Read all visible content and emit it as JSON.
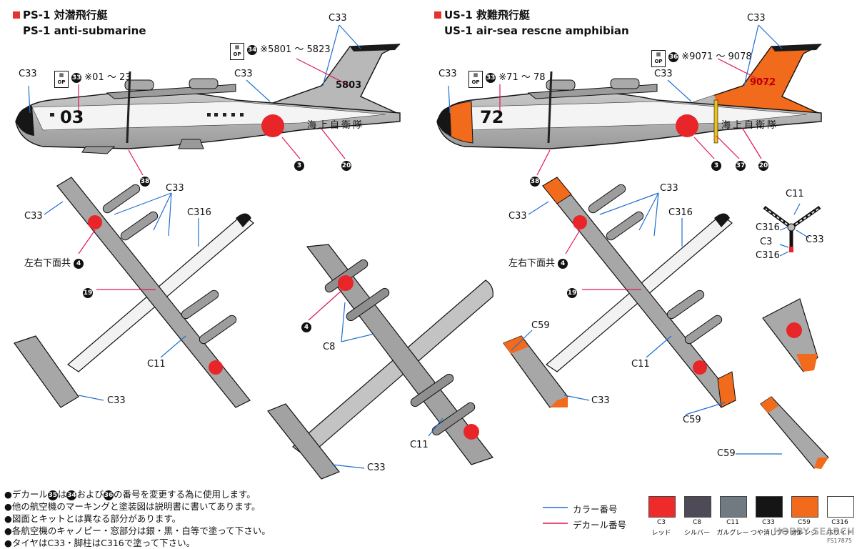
{
  "left_panel": {
    "title_jp": "PS-1 対潜飛行艇",
    "title_en": "PS-1 anti-submarine",
    "serial_tail": "※5801 ～ 5823",
    "serial_nose": "※01 ～ 23",
    "decal_tail": "34",
    "decal_nose": "33",
    "nose_number": "03",
    "tail_number": "5803",
    "side_text": "海上自衛隊",
    "callouts": {
      "c33_tail": "C33",
      "c33_nose": "C33",
      "c33_mid": "C33",
      "d3": "3",
      "d20": "20",
      "d38": "38"
    },
    "top_callouts": {
      "c33_wing": "C33",
      "c33_left": "C33",
      "c316": "C316",
      "under_note": "左右下面共",
      "d4": "4",
      "d19": "19",
      "c11": "C11",
      "c33_tail": "C33"
    }
  },
  "right_panel": {
    "title_jp": "US-1 救難飛行艇",
    "title_en": "US-1 air-sea rescne amphibian",
    "serial_tail": "※9071 ～ 9078",
    "serial_nose": "※71 ～ 78",
    "decal_tail": "36",
    "decal_nose": "33",
    "nose_number": "72",
    "tail_number": "9072",
    "side_text": "海上自衛隊",
    "callouts": {
      "c33_tail": "C33",
      "c33_nose": "C33",
      "c33_mid": "C33",
      "d3": "3",
      "d37": "37",
      "d20": "20",
      "d38": "38"
    },
    "top_callouts": {
      "c33_wing": "C33",
      "c33_left": "C33",
      "c316": "C316",
      "under_note": "左右下面共",
      "d4": "4",
      "d19": "19",
      "c59_tail": "C59",
      "c11": "C11",
      "c33_tail": "C33",
      "c59_wing": "C59",
      "c59_small": "C59"
    },
    "prop_callouts": {
      "c11": "C11",
      "c316a": "C316",
      "c3": "C3",
      "c316b": "C316",
      "c33": "C33"
    }
  },
  "center": {
    "d4": "4",
    "c8": "C8",
    "c11": "C11",
    "c33": "C33"
  },
  "notes": [
    {
      "pre": "●デカール",
      "n1": "35",
      "mid": "は",
      "n2": "34",
      "mid2": "および",
      "n3": "36",
      "post": "の番号を変更する為に使用します。"
    },
    {
      "text": "●他の航空機のマーキングと塗装図は説明書に書いてあります。"
    },
    {
      "text": "●図面とキットとは異なる部分があります。"
    },
    {
      "text": "●各航空機のキャノピー・窓部分は銀・黒・白等で塗って下さい。"
    },
    {
      "text": "●タイヤはC33・脚柱はC316で塗って下さい。"
    }
  ],
  "legend": {
    "color_number": "カラー番号",
    "decal_number": "デカール番号",
    "blue": "#1f6fd1",
    "red": "#e0174f"
  },
  "swatches": [
    {
      "code": "C3",
      "name": "レッド",
      "color": "#ee2a2a"
    },
    {
      "code": "C8",
      "name": "シルバー",
      "color": "#4e4a58"
    },
    {
      "code": "C11",
      "name": "ガルグレー",
      "color": "#6f7a82"
    },
    {
      "code": "C33",
      "name": "つや消しブラック",
      "color": "#151515"
    },
    {
      "code": "C59",
      "name": "オレンジ",
      "color": "#f26a1b"
    },
    {
      "code": "C316",
      "name": "ホワイト",
      "color": "#ffffff"
    }
  ],
  "watermark": "HOBBY SEARCH",
  "fs_code": "FS17875",
  "icon": "op-decal-icon"
}
